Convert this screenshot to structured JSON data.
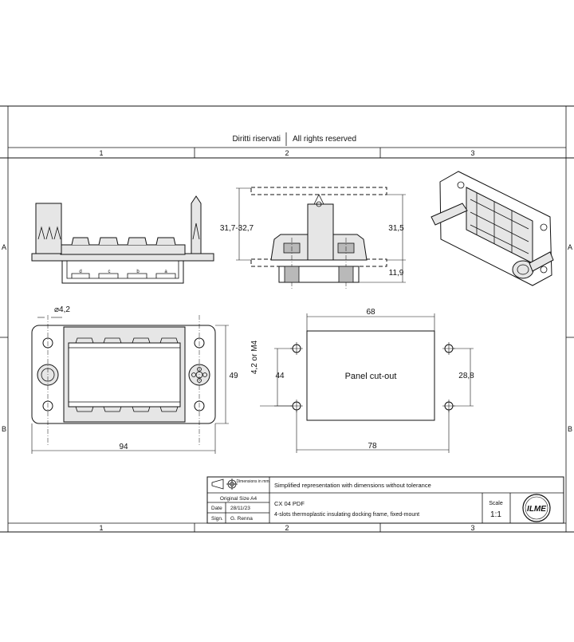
{
  "header": {
    "rights_it": "Diritti riservati",
    "rights_en": "All rights reserved"
  },
  "grid": {
    "cols": [
      "1",
      "2",
      "3"
    ],
    "rows": [
      "A",
      "B"
    ]
  },
  "dimensions": {
    "depth_range": "31,7-32,7",
    "height": "31,5",
    "below_panel": "11,9",
    "hole_dia": "⌀4,2",
    "width_top": "68",
    "height_front": "49",
    "height_cutout": "44",
    "cutout_height": "28,8",
    "width_front": "94",
    "width_cutout": "78",
    "hole_alt": "4,2 or M4",
    "cutout_label": "Panel cut-out"
  },
  "side_view": {
    "slot_letters": [
      "d",
      "c",
      "b",
      "a"
    ]
  },
  "title_block": {
    "dimensions_note": "Dimensions in mm",
    "note": "Simplified representation with dimensions without tolerance",
    "original_size": "Original Size A4",
    "date_label": "Date",
    "date_value": "28/11/23",
    "sign_label": "Sign.",
    "sign_value": "G. Renna",
    "code": "CX 04 PDF",
    "description": "4-slots thermoplastic insulating docking frame, fixed-mount",
    "scale_label": "Scale",
    "scale_value": "1:1",
    "logo": "ILME"
  }
}
